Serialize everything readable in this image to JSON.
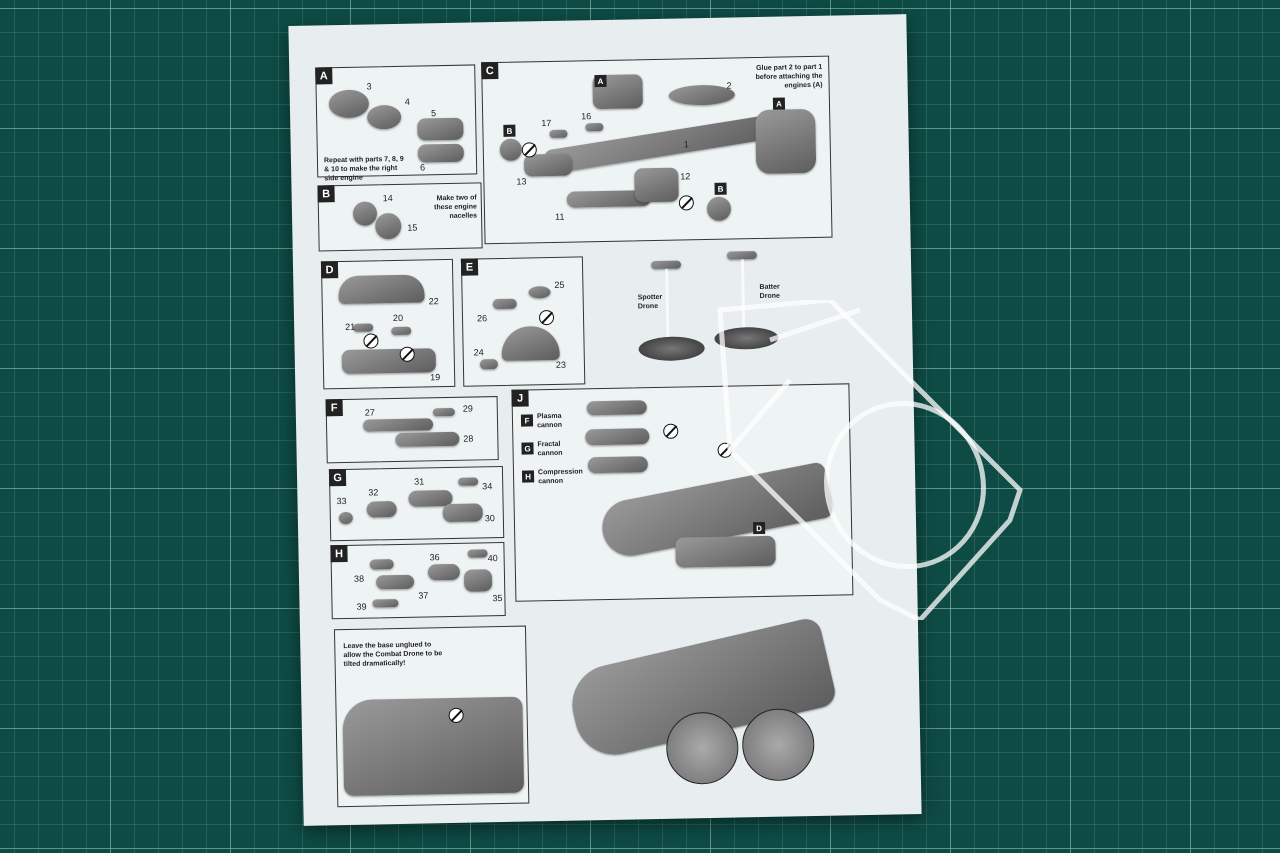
{
  "steps": {
    "A": {
      "label": "A",
      "parts": [
        "3",
        "4",
        "5",
        "6"
      ],
      "note": "Repeat with parts 7, 8, 9 & 10 to make the right side engine"
    },
    "B": {
      "label": "B",
      "parts": [
        "14",
        "15"
      ],
      "note": "Make two of these engine nacelles"
    },
    "C": {
      "label": "C",
      "parts": [
        "2",
        "17",
        "16",
        "1",
        "13",
        "12",
        "11"
      ],
      "note": "Glue part 2 to part 1 before attaching the engines (A)",
      "refs": [
        "A",
        "A",
        "B",
        "B"
      ]
    },
    "D": {
      "label": "D",
      "parts": [
        "22",
        "21",
        "20",
        "19"
      ]
    },
    "E": {
      "label": "E",
      "parts": [
        "25",
        "26",
        "24",
        "23"
      ]
    },
    "F": {
      "label": "F",
      "parts": [
        "27",
        "29",
        "28"
      ]
    },
    "G": {
      "label": "G",
      "parts": [
        "31",
        "32",
        "33",
        "34",
        "30"
      ]
    },
    "H": {
      "label": "H",
      "parts": [
        "36",
        "40",
        "38",
        "37",
        "39",
        "35"
      ]
    },
    "J": {
      "label": "J",
      "options": [
        {
          "tag": "F",
          "name": "Plasma cannon"
        },
        {
          "tag": "G",
          "name": "Fractal cannon"
        },
        {
          "tag": "H",
          "name": "Compression cannon"
        }
      ],
      "refs": [
        "D"
      ]
    }
  },
  "drones": {
    "spotter": "Spotter Drone",
    "batter": "Batter Drone"
  },
  "final_note": "Leave the base unglued to allow the Combat Drone to be tilted dramatically!"
}
